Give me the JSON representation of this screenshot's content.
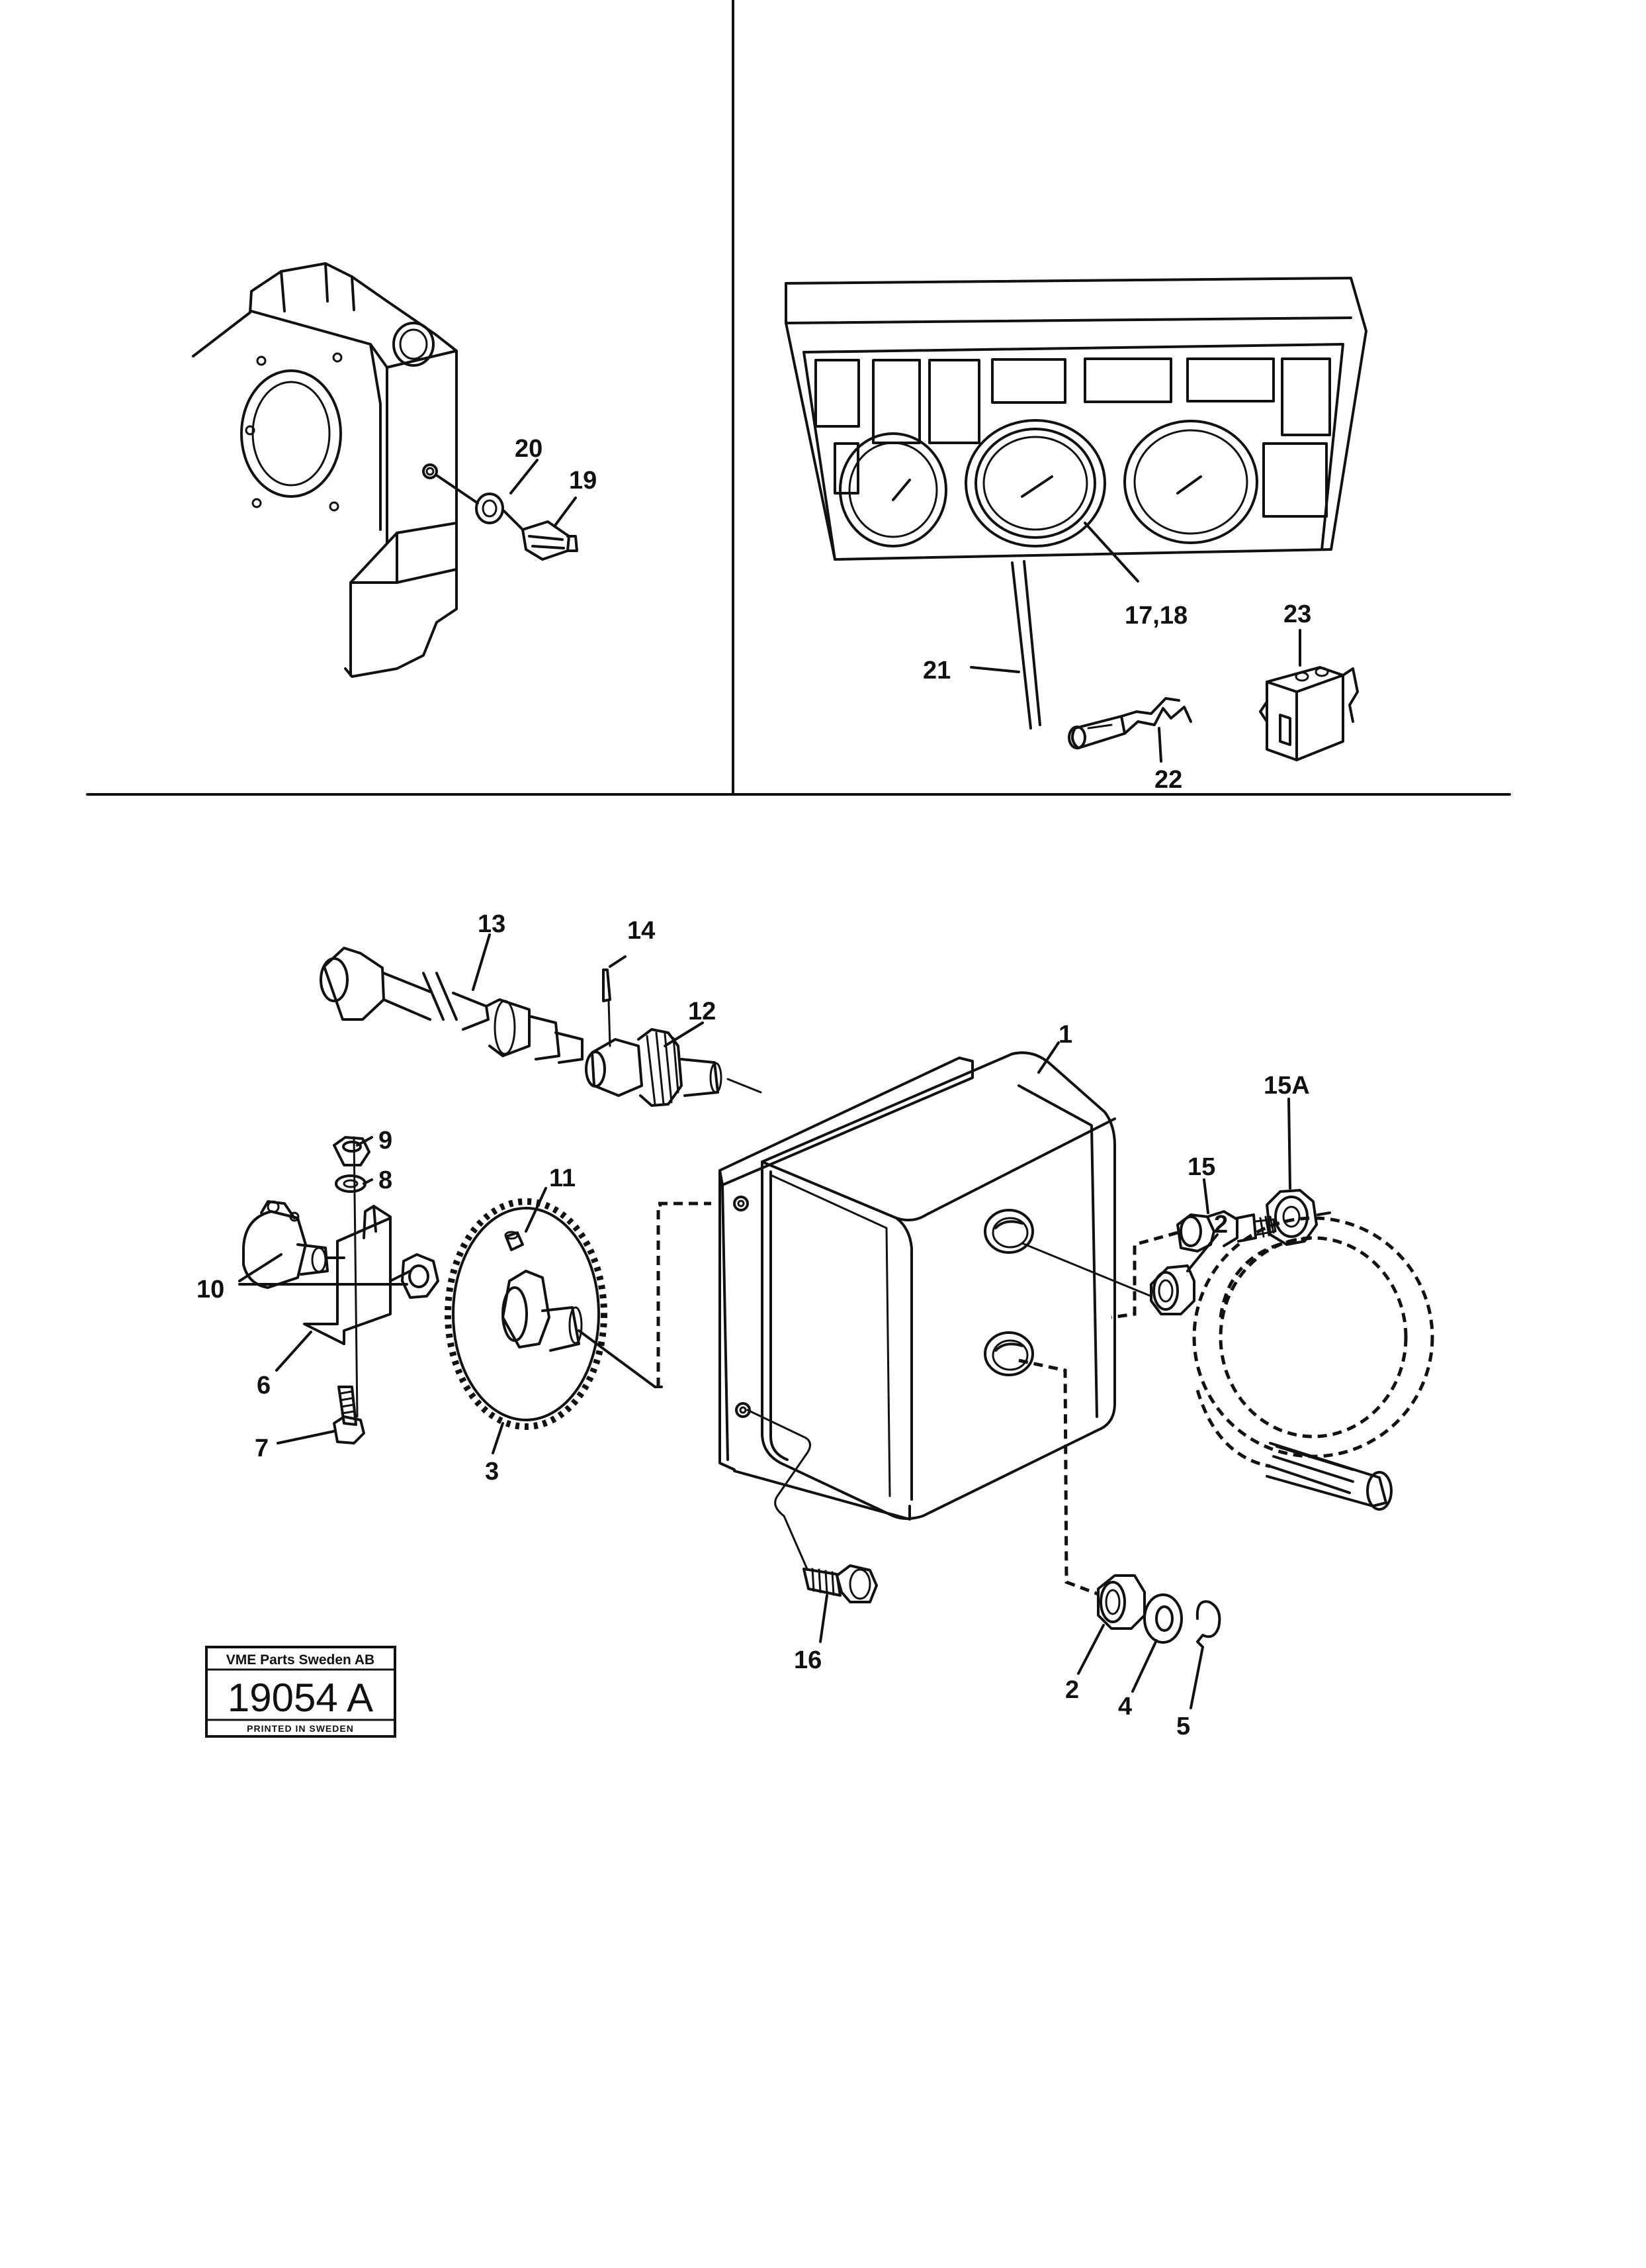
{
  "callouts": {
    "c1": "1",
    "c2a": "2",
    "c2b": "2",
    "c3": "3",
    "c4": "4",
    "c5": "5",
    "c6": "6",
    "c7": "7",
    "c8": "8",
    "c9": "9",
    "c10": "10",
    "c11": "11",
    "c12": "12",
    "c13": "13",
    "c14": "14",
    "c15": "15",
    "c15a": "15A",
    "c16": "16",
    "c17_18": "17,18",
    "c19": "19",
    "c20": "20",
    "c21": "21",
    "c22": "22",
    "c23": "23"
  },
  "stamp": {
    "company": "VME Parts Sweden AB",
    "number": "19054 A",
    "printed": "PRINTED IN SWEDEN"
  }
}
